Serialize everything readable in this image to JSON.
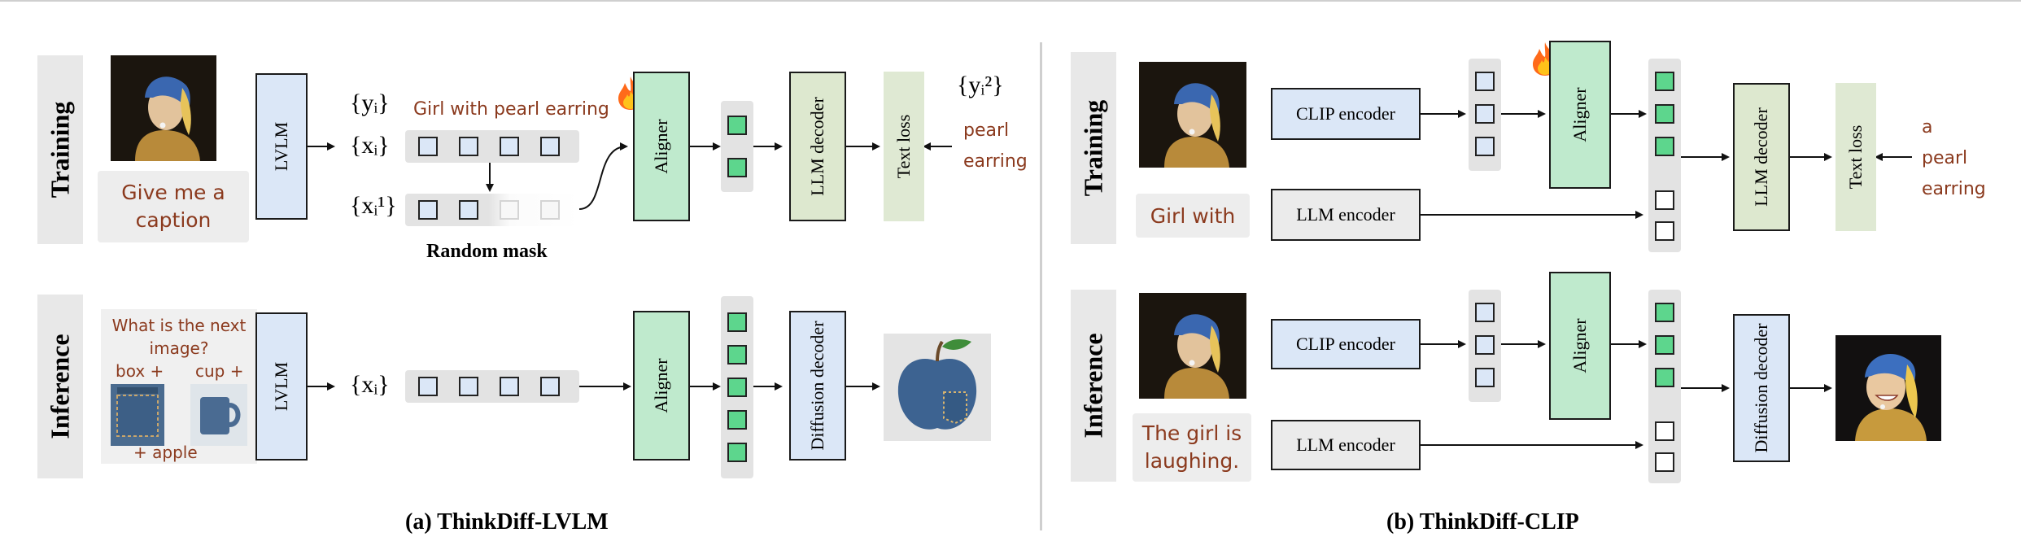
{
  "panels": {
    "left": {
      "caption": "(a) ThinkDiff-LVLM",
      "training_label": "Training",
      "inference_label": "Inference",
      "prompt_training": "Give me a caption",
      "lvlm": "LVLM",
      "y_label": "{yᵢ}",
      "x_label": "{xᵢ}",
      "x1_label": "{xᵢ¹}",
      "caption_text": "Girl  with pearl earring",
      "random_mask": "Random mask",
      "aligner": "Aligner",
      "llm_decoder": "LLM decoder",
      "text_loss": "Text loss",
      "y2_label": "{yᵢ²}",
      "target_words": [
        "pearl",
        "earring"
      ],
      "inference_prompt_question": "What is the next image?",
      "inference_box": "box +",
      "inference_cup": "cup +",
      "inference_apple": "+ apple",
      "diffusion_decoder": "Diffusion decoder"
    },
    "right": {
      "caption": "(b) ThinkDiff-CLIP",
      "training_label": "Training",
      "inference_label": "Inference",
      "clip_encoder": "CLIP encoder",
      "llm_encoder": "LLM encoder",
      "aligner": "Aligner",
      "llm_decoder": "LLM decoder",
      "text_loss": "Text loss",
      "training_prompt": "Girl with",
      "target_words": [
        "a",
        "pearl",
        "earring"
      ],
      "inference_prompt": "The girl is laughing.",
      "diffusion_decoder": "Diffusion decoder"
    }
  },
  "icons": {
    "trainable": "fire-icon",
    "painting": "girl-with-pearl-earring-image",
    "output_apple": "denim-apple-image",
    "output_laughing": "laughing-girl-image"
  },
  "colors": {
    "blue_box": "#dbe7f7",
    "green_box": "#bfeacd",
    "green_token": "#5dd68d",
    "text_brown": "#8B3A1E",
    "gray_band": "#e8e8e8"
  }
}
